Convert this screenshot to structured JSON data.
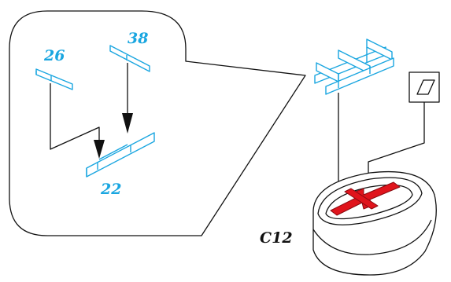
{
  "labels": {
    "part_26": "26",
    "part_38": "38",
    "part_22": "22",
    "part_c12": "C12"
  },
  "colors": {
    "cyan": "#1aa6e0",
    "red": "#e0141c",
    "black": "#111111"
  },
  "icons": {
    "reference_box": "parallelogram-icon"
  }
}
